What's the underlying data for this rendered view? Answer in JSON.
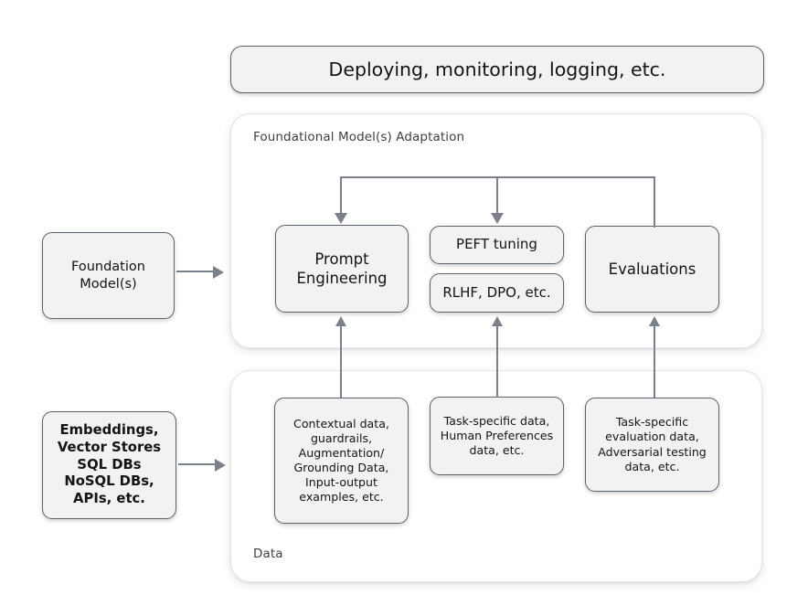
{
  "diagram": {
    "title_bar": {
      "label": "Deploying, monitoring, logging, etc."
    },
    "groups": [
      {
        "key": "adaptation",
        "label": "Foundational Model(s) Adaptation"
      },
      {
        "key": "data",
        "label": "Data"
      }
    ],
    "left_column": [
      {
        "key": "foundation-models",
        "label": "Foundation\nModel(s)"
      },
      {
        "key": "data-sources",
        "label": "Embeddings,\nVector Stores\nSQL DBs\nNoSQL DBs,\nAPIs, etc."
      }
    ],
    "adaptation_boxes": [
      {
        "key": "prompt-engineering",
        "label": "Prompt\nEngineering"
      },
      {
        "key": "peft-tuning",
        "label": "PEFT tuning"
      },
      {
        "key": "rlhf-dpo",
        "label": "RLHF, DPO, etc."
      },
      {
        "key": "evaluations",
        "label": "Evaluations"
      }
    ],
    "data_boxes": [
      {
        "key": "contextual-data",
        "label": "Contextual data,\nguardrails,\nAugmentation/\nGrounding Data,\nInput-output\nexamples, etc."
      },
      {
        "key": "task-specific-data",
        "label": "Task-specific data,\nHuman Preferences\ndata, etc."
      },
      {
        "key": "task-specific-eval-data",
        "label": "Task-specific\nevaluation data,\nAdversarial testing\ndata, etc."
      }
    ],
    "colors": {
      "box_fill": "#f1f2f4",
      "box_border": "#5d6168",
      "connector": "#7b818a",
      "group_border": "#e3e4e6",
      "page_background": "#ffffff",
      "text": "#141414"
    }
  }
}
